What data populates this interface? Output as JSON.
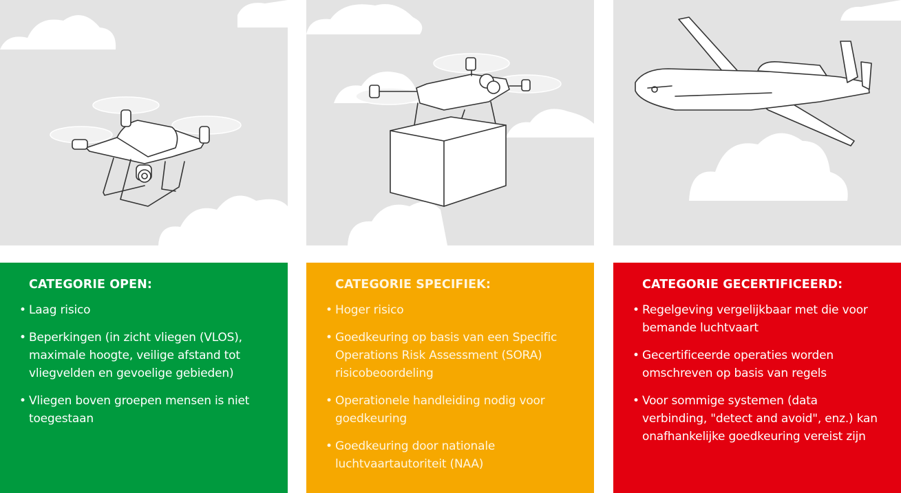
{
  "categories": [
    {
      "title": "CATEGORIE OPEN:",
      "color": "#009a3e",
      "illustration": "quadcopter-drone",
      "items": [
        "Laag risico",
        "Beperkingen (in zicht vliegen (VLOS), maximale hoogte, veilige afstand tot vliegvelden en gevoelige gebieden)",
        "Vliegen boven groepen mensen is niet toegestaan"
      ]
    },
    {
      "title": "CATEGORIE SPECIFIEK:",
      "color": "#f6a800",
      "illustration": "cargo-drone",
      "items": [
        "Hoger risico",
        "Goedkeuring op basis van een Specific Operations Risk Assessment (SORA) risicobeoordeling",
        "Operationele handleiding nodig voor goedkeuring",
        "Goedkeuring door nationale luchtvaartautoriteit (NAA)"
      ]
    },
    {
      "title": "CATEGORIE GECERTIFICEERD:",
      "color": "#e3000f",
      "illustration": "uav-airplane",
      "items": [
        "Regelgeving vergelijkbaar met die voor bemande luchtvaart",
        "Gecertificeerde operaties worden omschreven op basis van regels",
        "Voor sommige systemen (data verbinding, \"detect and avoid\", enz.) kan onafhankelijke goedkeuring vereist zijn"
      ]
    }
  ]
}
